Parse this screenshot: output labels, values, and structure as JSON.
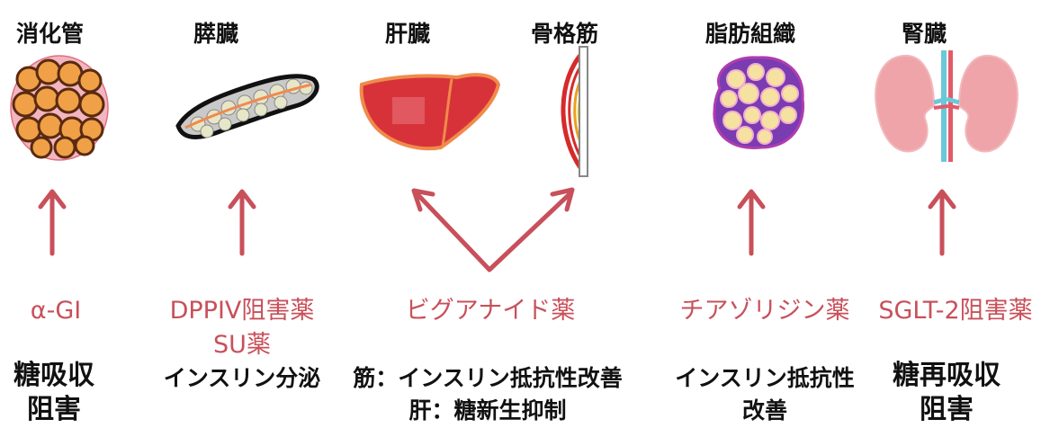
{
  "organs": {
    "gut": "消化管",
    "pancreas": "膵臓",
    "liver": "肝臓",
    "muscle": "骨格筋",
    "adipose": "脂肪組織",
    "kidney": "腎臓"
  },
  "drugs": {
    "agi": "α-GI",
    "dpp4_line1": "DPPIV阻害薬",
    "dpp4_line2": "SU薬",
    "biguanide": "ビグアナイド薬",
    "tzd": "チアゾリジン薬",
    "sglt2": "SGLT-2阻害薬"
  },
  "effects": {
    "gut_line1": "糖吸収",
    "gut_line2": "阻害",
    "pancreas": "インスリン分泌",
    "muscle_liver_line1": "筋：インスリン抵抗性改善",
    "muscle_liver_line2": "肝：糖新生抑制",
    "adipose_line1": "インスリン抵抗性",
    "adipose_line2": "改善",
    "kidney_line1": "糖再吸収",
    "kidney_line2": "阻害"
  },
  "colors": {
    "arrow": "#c8505a",
    "drug_text": "#c8505a"
  }
}
